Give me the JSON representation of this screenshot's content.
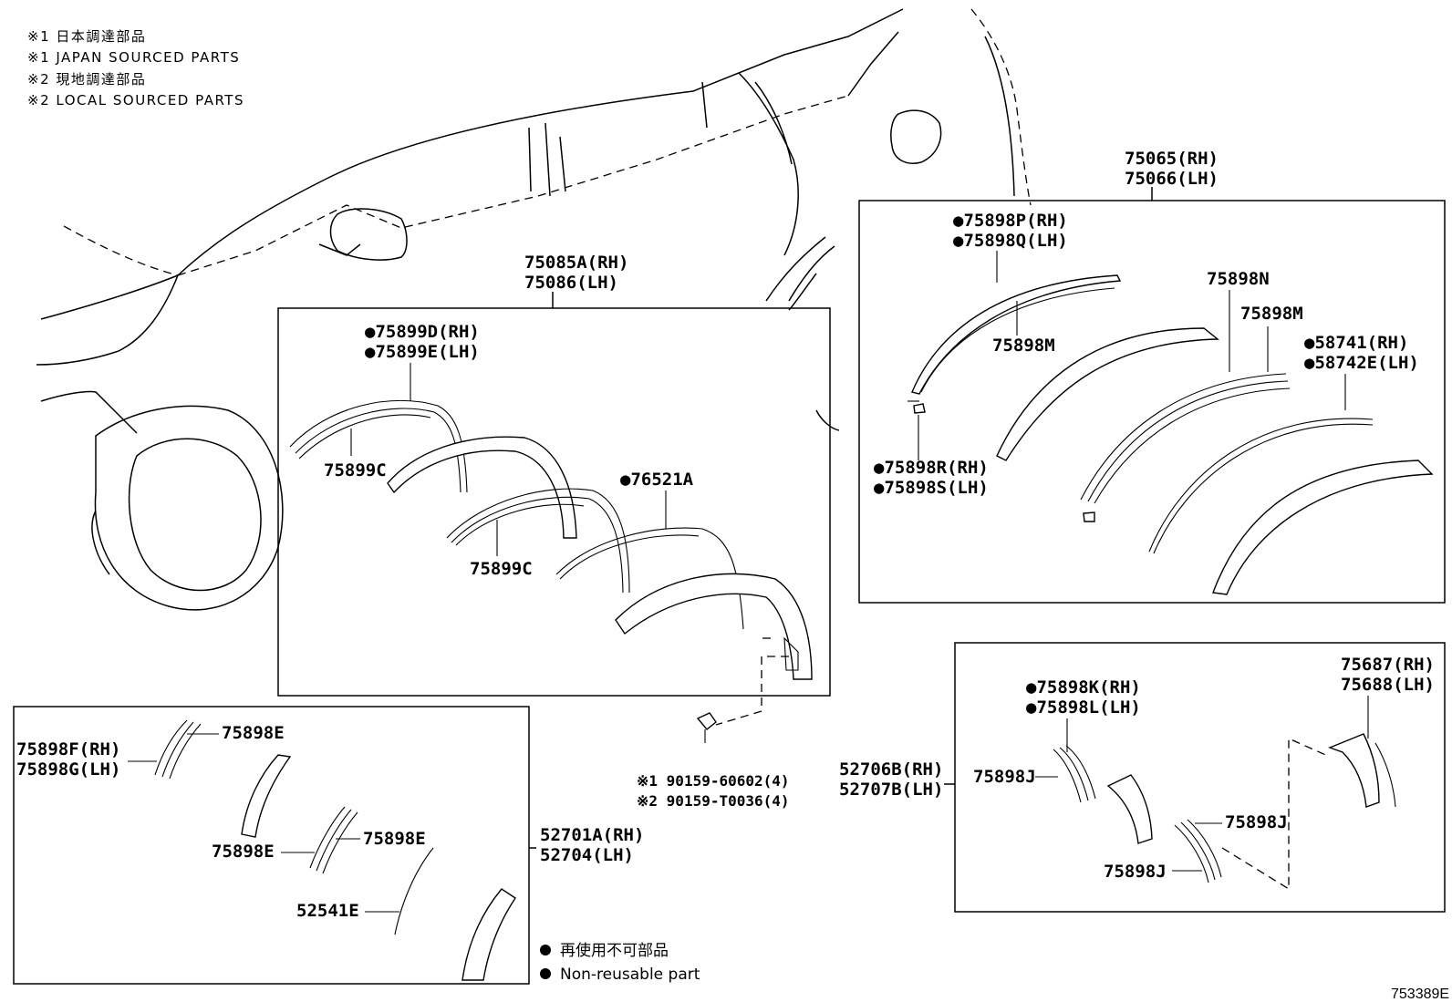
{
  "notes": [
    "※1 日本調達部品",
    "※1 JAPAN SOURCED PARTS",
    "※2 現地調達部品",
    "※2 LOCAL SOURCED PARTS"
  ],
  "groups": {
    "rear": {
      "rh": "75065(RH)",
      "lh": "75066(LH)"
    },
    "front": {
      "rh": "75085A(RH)",
      "lh": "75086(LH)"
    },
    "mudguard_rear": {
      "rh": "52706B(RH)",
      "lh": "52707B(LH)"
    },
    "mudguard_front": {
      "rh": "52701A(RH)",
      "lh": "52704(LH)"
    }
  },
  "rear_labels": {
    "p_rh": "●75898P(RH)",
    "q_lh": "●75898Q(LH)",
    "m1": "75898M",
    "n": "75898N",
    "m2": "75898M",
    "r_rh": "●58741(RH)",
    "e_lh": "●58742E(LH)",
    "s_rh": "●75898R(RH)",
    "s_lh": "●75898S(LH)"
  },
  "front_labels": {
    "d_rh": "●75899D(RH)",
    "e_lh": "●75899E(LH)",
    "c1": "75899C",
    "c2": "75899C",
    "a": "●76521A"
  },
  "screw_labels": [
    "※1 90159-60602(4)",
    "※2 90159-T0036(4)"
  ],
  "mf_labels": {
    "f_rh": "75898F(RH)",
    "g_lh": "75898G(LH)",
    "e1": "75898E",
    "e2": "75898E",
    "e3": "75898E",
    "e4": "52541E"
  },
  "mr_labels": {
    "k_rh": "●75898K(RH)",
    "l_lh": "●75898L(LH)",
    "j1": "75898J",
    "j2": "75898J",
    "j3": "75898J",
    "r_rh": "75687(RH)",
    "l_lh2": "75688(LH)"
  },
  "legend": [
    "再使用不可部品",
    "Non-reusable part"
  ],
  "figure_id": "753389E"
}
